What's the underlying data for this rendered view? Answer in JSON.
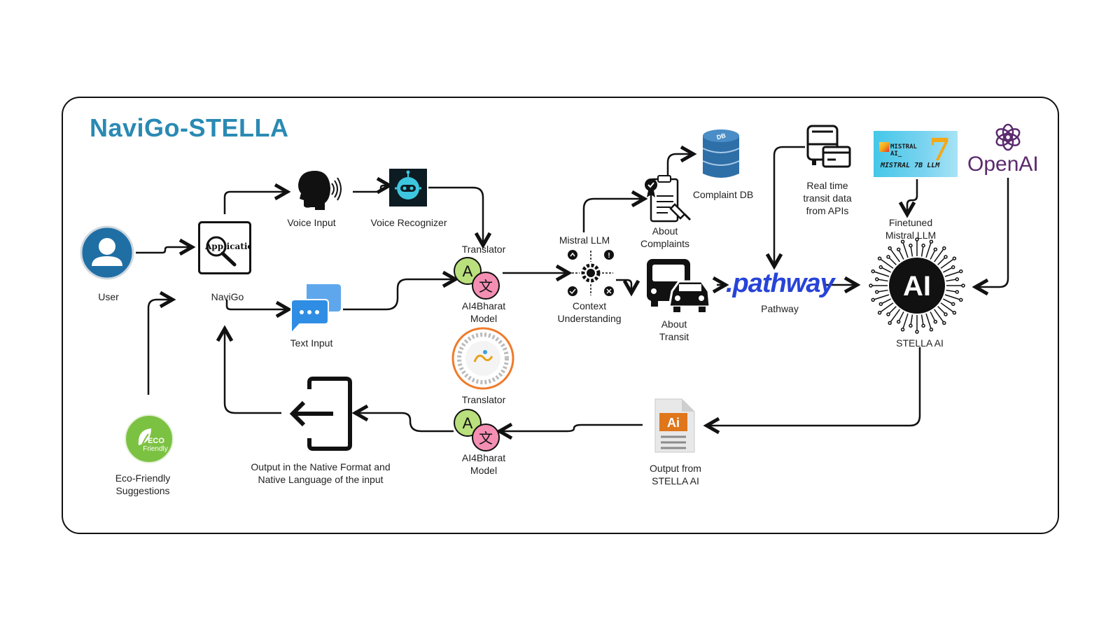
{
  "title": "NaviGo-STELLA",
  "labels": {
    "user": "User",
    "navigo": "NaviGo",
    "app_icon_text": "Application",
    "voice_input": "Voice Input",
    "voice_recognizer": "Voice Recognizer",
    "text_input": "Text Input",
    "translator_top": "Translator",
    "ai4bharat_top_1": "AI4Bharat",
    "ai4bharat_top_2": "Model",
    "mistral_llm": "Mistral LLM",
    "context_1": "Context",
    "context_2": "Understanding",
    "about_complaints_1": "About",
    "about_complaints_2": "Complaints",
    "complaint_db": "Complaint DB",
    "db_icon_text": "DB",
    "about_transit_1": "About",
    "about_transit_2": "Transit",
    "realtime_1": "Real time",
    "realtime_2": "transit data",
    "realtime_3": "from APIs",
    "pathway_logo": ".pathway",
    "pathway": "Pathway",
    "mistral_logo_1": "MISTRAL",
    "mistral_logo_2": "AI_",
    "mistral_logo_3": "MISTRAL 7B LLM",
    "mistral_logo_4": "7",
    "finetuned_1": "Finetuned",
    "finetuned_2": "Mistral LLM",
    "openai": "OpenAI",
    "ai_chip_text": "AI",
    "stella_ai": "STELLA AI",
    "output_from_1": "Output from",
    "output_from_2": "STELLA AI",
    "ai_file_text": "Ai",
    "translator_bottom": "Translator",
    "ai4bharat_bottom_1": "AI4Bharat",
    "ai4bharat_bottom_2": "Model",
    "output_native_1": "Output in the Native Format and",
    "output_native_2": "Native Language of the input",
    "eco_1": "Eco-Friendly",
    "eco_2": "Suggestions",
    "eco_badge_1": "ECO",
    "eco_badge_2": "Friendly",
    "translate_glyph_a": "A",
    "translate_glyph_b": "文"
  },
  "colors": {
    "title": "#2a8ab3",
    "user_icon": "#1f6fa5",
    "pathway": "#2743d8",
    "openai": "#5b2a6e",
    "eco": "#7cc242",
    "db": "#2e6fa8",
    "ai_file": "#e0761b"
  }
}
